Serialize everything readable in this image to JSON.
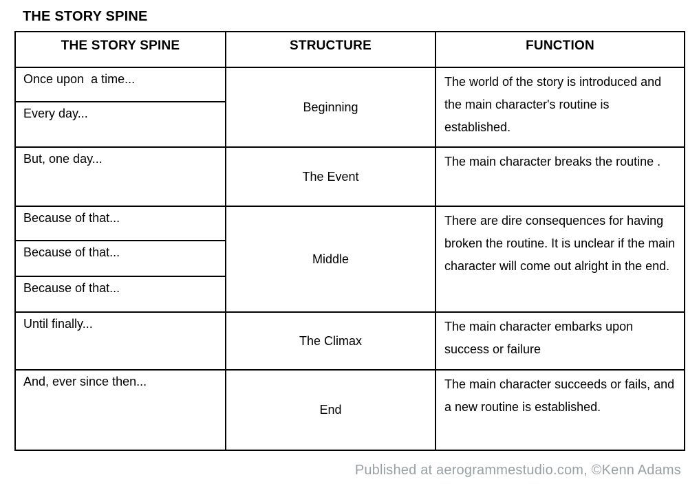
{
  "page": {
    "title": "THE STORY SPINE"
  },
  "table": {
    "headers": [
      "THE STORY SPINE",
      "STRUCTURE",
      "FUNCTION"
    ],
    "groups": [
      {
        "spine_lines": [
          "Once upon  a time...",
          "Every day..."
        ],
        "structure": "Beginning",
        "function": "The world of the story is introduced and the main character's routine is established."
      },
      {
        "spine_lines": [
          "But, one day..."
        ],
        "structure": "The Event",
        "function": "The main character breaks the routine ."
      },
      {
        "spine_lines": [
          "Because of that...",
          "Because of that...",
          "Because of that..."
        ],
        "structure": "Middle",
        "function": "There are dire consequences for having broken the routine. It is unclear if the main character will come out alright in the end."
      },
      {
        "spine_lines": [
          "Until finally..."
        ],
        "structure": "The Climax",
        "function": "The main character embarks upon success or failure"
      },
      {
        "spine_lines": [
          "And, ever since then..."
        ],
        "structure": "End",
        "function": "The main character succeeds or fails, and a new routine is established."
      }
    ]
  },
  "footer": {
    "credit": "Published at aerogrammestudio.com, ©Kenn Adams"
  },
  "colors": {
    "text": "#000000",
    "border": "#000000",
    "footer_text": "#99a0a4"
  }
}
